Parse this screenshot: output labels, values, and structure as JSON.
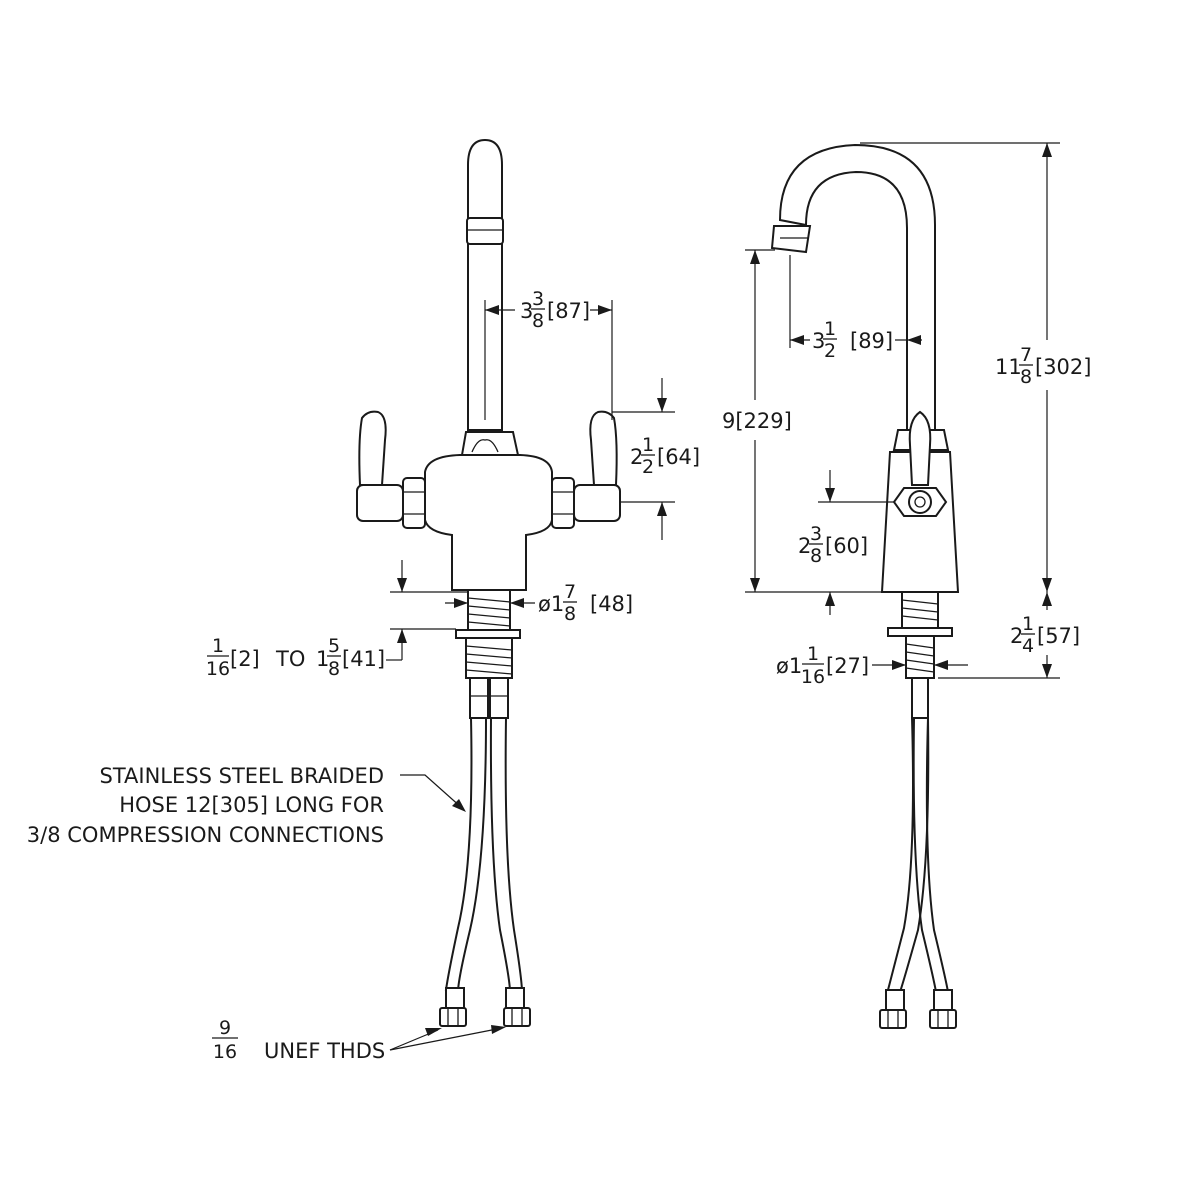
{
  "front_view": {
    "dim_spout_offset": {
      "whole": "3",
      "num": "3",
      "den": "8",
      "mm": "[87]"
    },
    "dim_handle_height": {
      "whole": "2",
      "num": "1",
      "den": "2",
      "mm": "[64]"
    },
    "dim_shank_dia": {
      "prefix": "ø1",
      "num": "7",
      "den": "8",
      "mm": "[48]"
    },
    "dim_deck_range": {
      "num1": "1",
      "den1": "16",
      "mm1": "[2]",
      "mid": "TO",
      "whole2": "1",
      "num2": "5",
      "den2": "8",
      "mm2": "[41]"
    }
  },
  "side_view": {
    "dim_outlet_height": {
      "text": "9[229]"
    },
    "dim_reach": {
      "whole": "3",
      "num": "1",
      "den": "2",
      "mm": "[89]"
    },
    "dim_overall_height": {
      "whole": "11",
      "num": "7",
      "den": "8",
      "mm": "[302]"
    },
    "dim_control_height": {
      "whole": "2",
      "num": "3",
      "den": "8",
      "mm": "[60]"
    },
    "dim_shank_length": {
      "whole": "2",
      "num": "1",
      "den": "4",
      "mm": "[57]"
    },
    "dim_base_dia": {
      "prefix": "ø1",
      "num": "1",
      "den": "16",
      "mm": "[27]"
    }
  },
  "notes": {
    "hose_note": [
      "STAINLESS STEEL BRAIDED",
      "HOSE 12[305] LONG FOR",
      "3/8 COMPRESSION CONNECTIONS"
    ],
    "thread_note": {
      "num": "9",
      "den": "16",
      "text": "UNEF THDS"
    }
  }
}
